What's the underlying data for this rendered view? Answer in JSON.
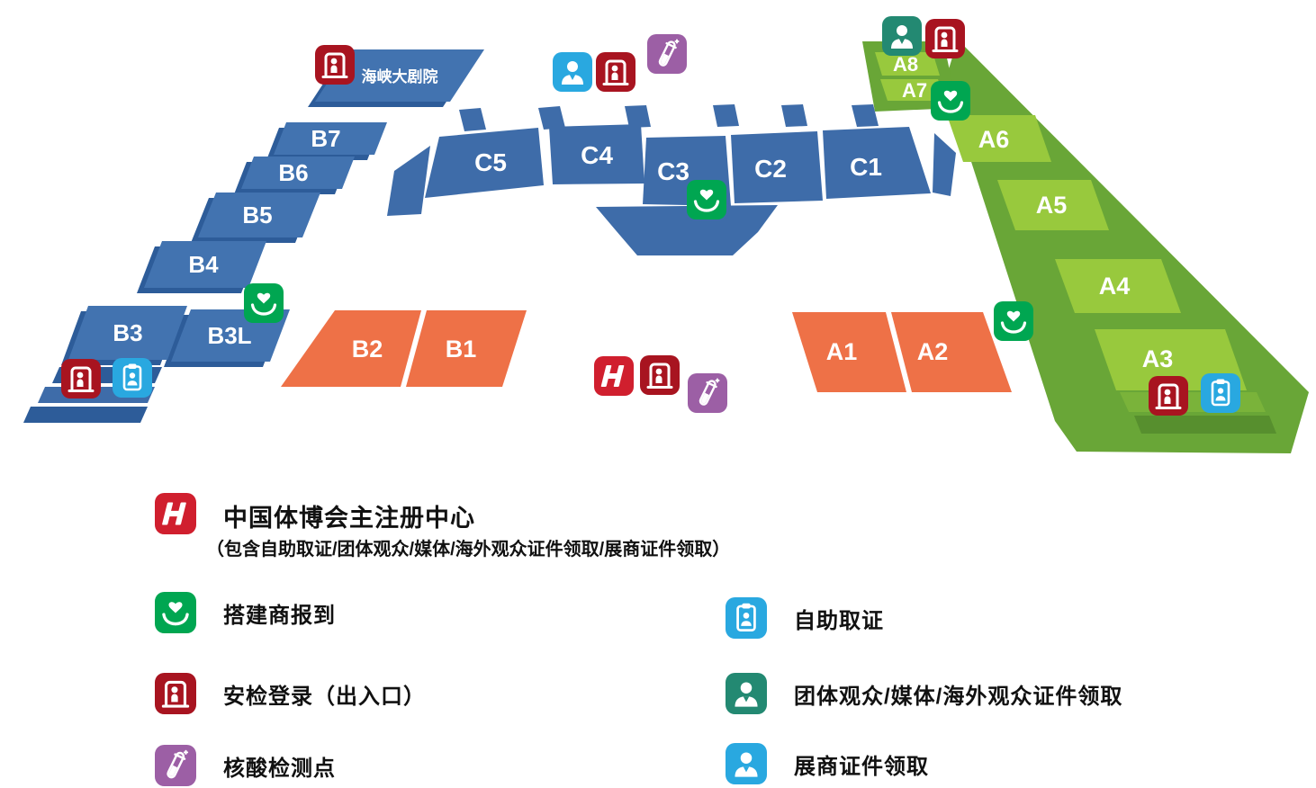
{
  "colors": {
    "hall_blue": "#4273b0",
    "hall_blue_mid": "#3e6ca9",
    "hall_blue_dark": "#2d5c99",
    "hall_green": "#98c93d",
    "hall_green_mid": "#7ab33a",
    "hall_green_deep": "#578f2e",
    "hall_green_dark": "#69a637",
    "hall_orange": "#ee7147",
    "icon_red": "#a81420",
    "icon_bright_red": "#d01f2e",
    "icon_blue": "#29a8e0",
    "icon_teal": "#238972",
    "icon_green": "#00a651",
    "icon_purple": "#9c5fa5"
  },
  "map": {
    "halls": {
      "theater": "海峡大剧院",
      "b7": "B7",
      "b6": "B6",
      "b5": "B5",
      "b4": "B4",
      "b3": "B3",
      "b3l": "B3L",
      "c5": "C5",
      "c4": "C4",
      "c3": "C3",
      "c2": "C2",
      "c1": "C1",
      "a8": "A8",
      "a7": "A7",
      "a6": "A6",
      "a5": "A5",
      "a4": "A4",
      "a3": "A3",
      "b2": "B2",
      "b1": "B1",
      "a1": "A1",
      "a2": "A2"
    },
    "markers": [
      "security-check",
      "exhibitor-badge",
      "security-check",
      "nucleic-acid-test",
      "contractor-checkin",
      "contractor-checkin",
      "security-check",
      "self-service-badge",
      "main-registration-center",
      "security-check",
      "nucleic-acid-test",
      "group-media-overseas-badge",
      "security-check",
      "contractor-checkin",
      "contractor-checkin",
      "security-check",
      "self-service-badge"
    ]
  },
  "legend": {
    "main": {
      "title": "中国体博会主注册中心",
      "subtitle": "（包含自助取证/团体观众/媒体/海外观众证件领取/展商证件领取）"
    },
    "left": [
      {
        "icon": "contractor-checkin",
        "label": "搭建商报到"
      },
      {
        "icon": "security-check",
        "label": "安检登录（出入口）"
      },
      {
        "icon": "nucleic-acid-test",
        "label": "核酸检测点"
      }
    ],
    "right": [
      {
        "icon": "self-service-badge",
        "label": "自助取证"
      },
      {
        "icon": "group-media-overseas-badge",
        "label": "团体观众/媒体/海外观众证件领取"
      },
      {
        "icon": "exhibitor-badge",
        "label": "展商证件领取"
      }
    ]
  }
}
